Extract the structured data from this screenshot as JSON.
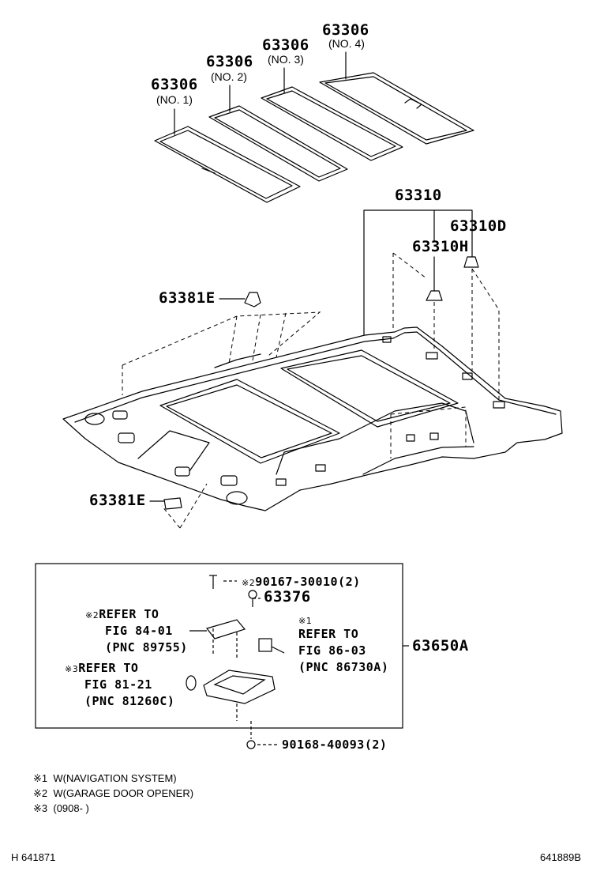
{
  "panels": [
    {
      "part": "63306",
      "sub": "(NO. 1)"
    },
    {
      "part": "63306",
      "sub": "(NO. 2)"
    },
    {
      "part": "63306",
      "sub": "(NO. 3)"
    },
    {
      "part": "63306",
      "sub": "(NO. 4)"
    }
  ],
  "parts": {
    "headliner": "63310",
    "clip_d": "63310D",
    "clip_h": "63310H",
    "clip_e_upper": "63381E",
    "clip_e_lower": "63381E",
    "screw_upper": "90167-30010(2)",
    "screw_upper_mark": "※2",
    "bolt": "63376",
    "lamp_assy": "63650A",
    "screw_lower": "90168-40093(2)"
  },
  "refs": {
    "ref2": {
      "mark": "※2",
      "line1": "REFER TO",
      "line2": "FIG 84-01",
      "line3": "(PNC 89755)"
    },
    "ref1": {
      "mark": "※1",
      "line1": "REFER TO",
      "line2": "FIG 86-03",
      "line3": "(PNC 86730A)"
    },
    "ref3": {
      "mark": "※3",
      "line1": "REFER TO",
      "line2": "FIG 81-21",
      "line3": "(PNC 81260C)"
    }
  },
  "notes": [
    {
      "mark": "※1",
      "text": "W(NAVIGATION SYSTEM)"
    },
    {
      "mark": "※2",
      "text": "W(GARAGE DOOR OPENER)"
    },
    {
      "mark": "※3",
      "text": "(0908-    )"
    }
  ],
  "footer": {
    "left": "H 641871",
    "right": "641889B"
  }
}
